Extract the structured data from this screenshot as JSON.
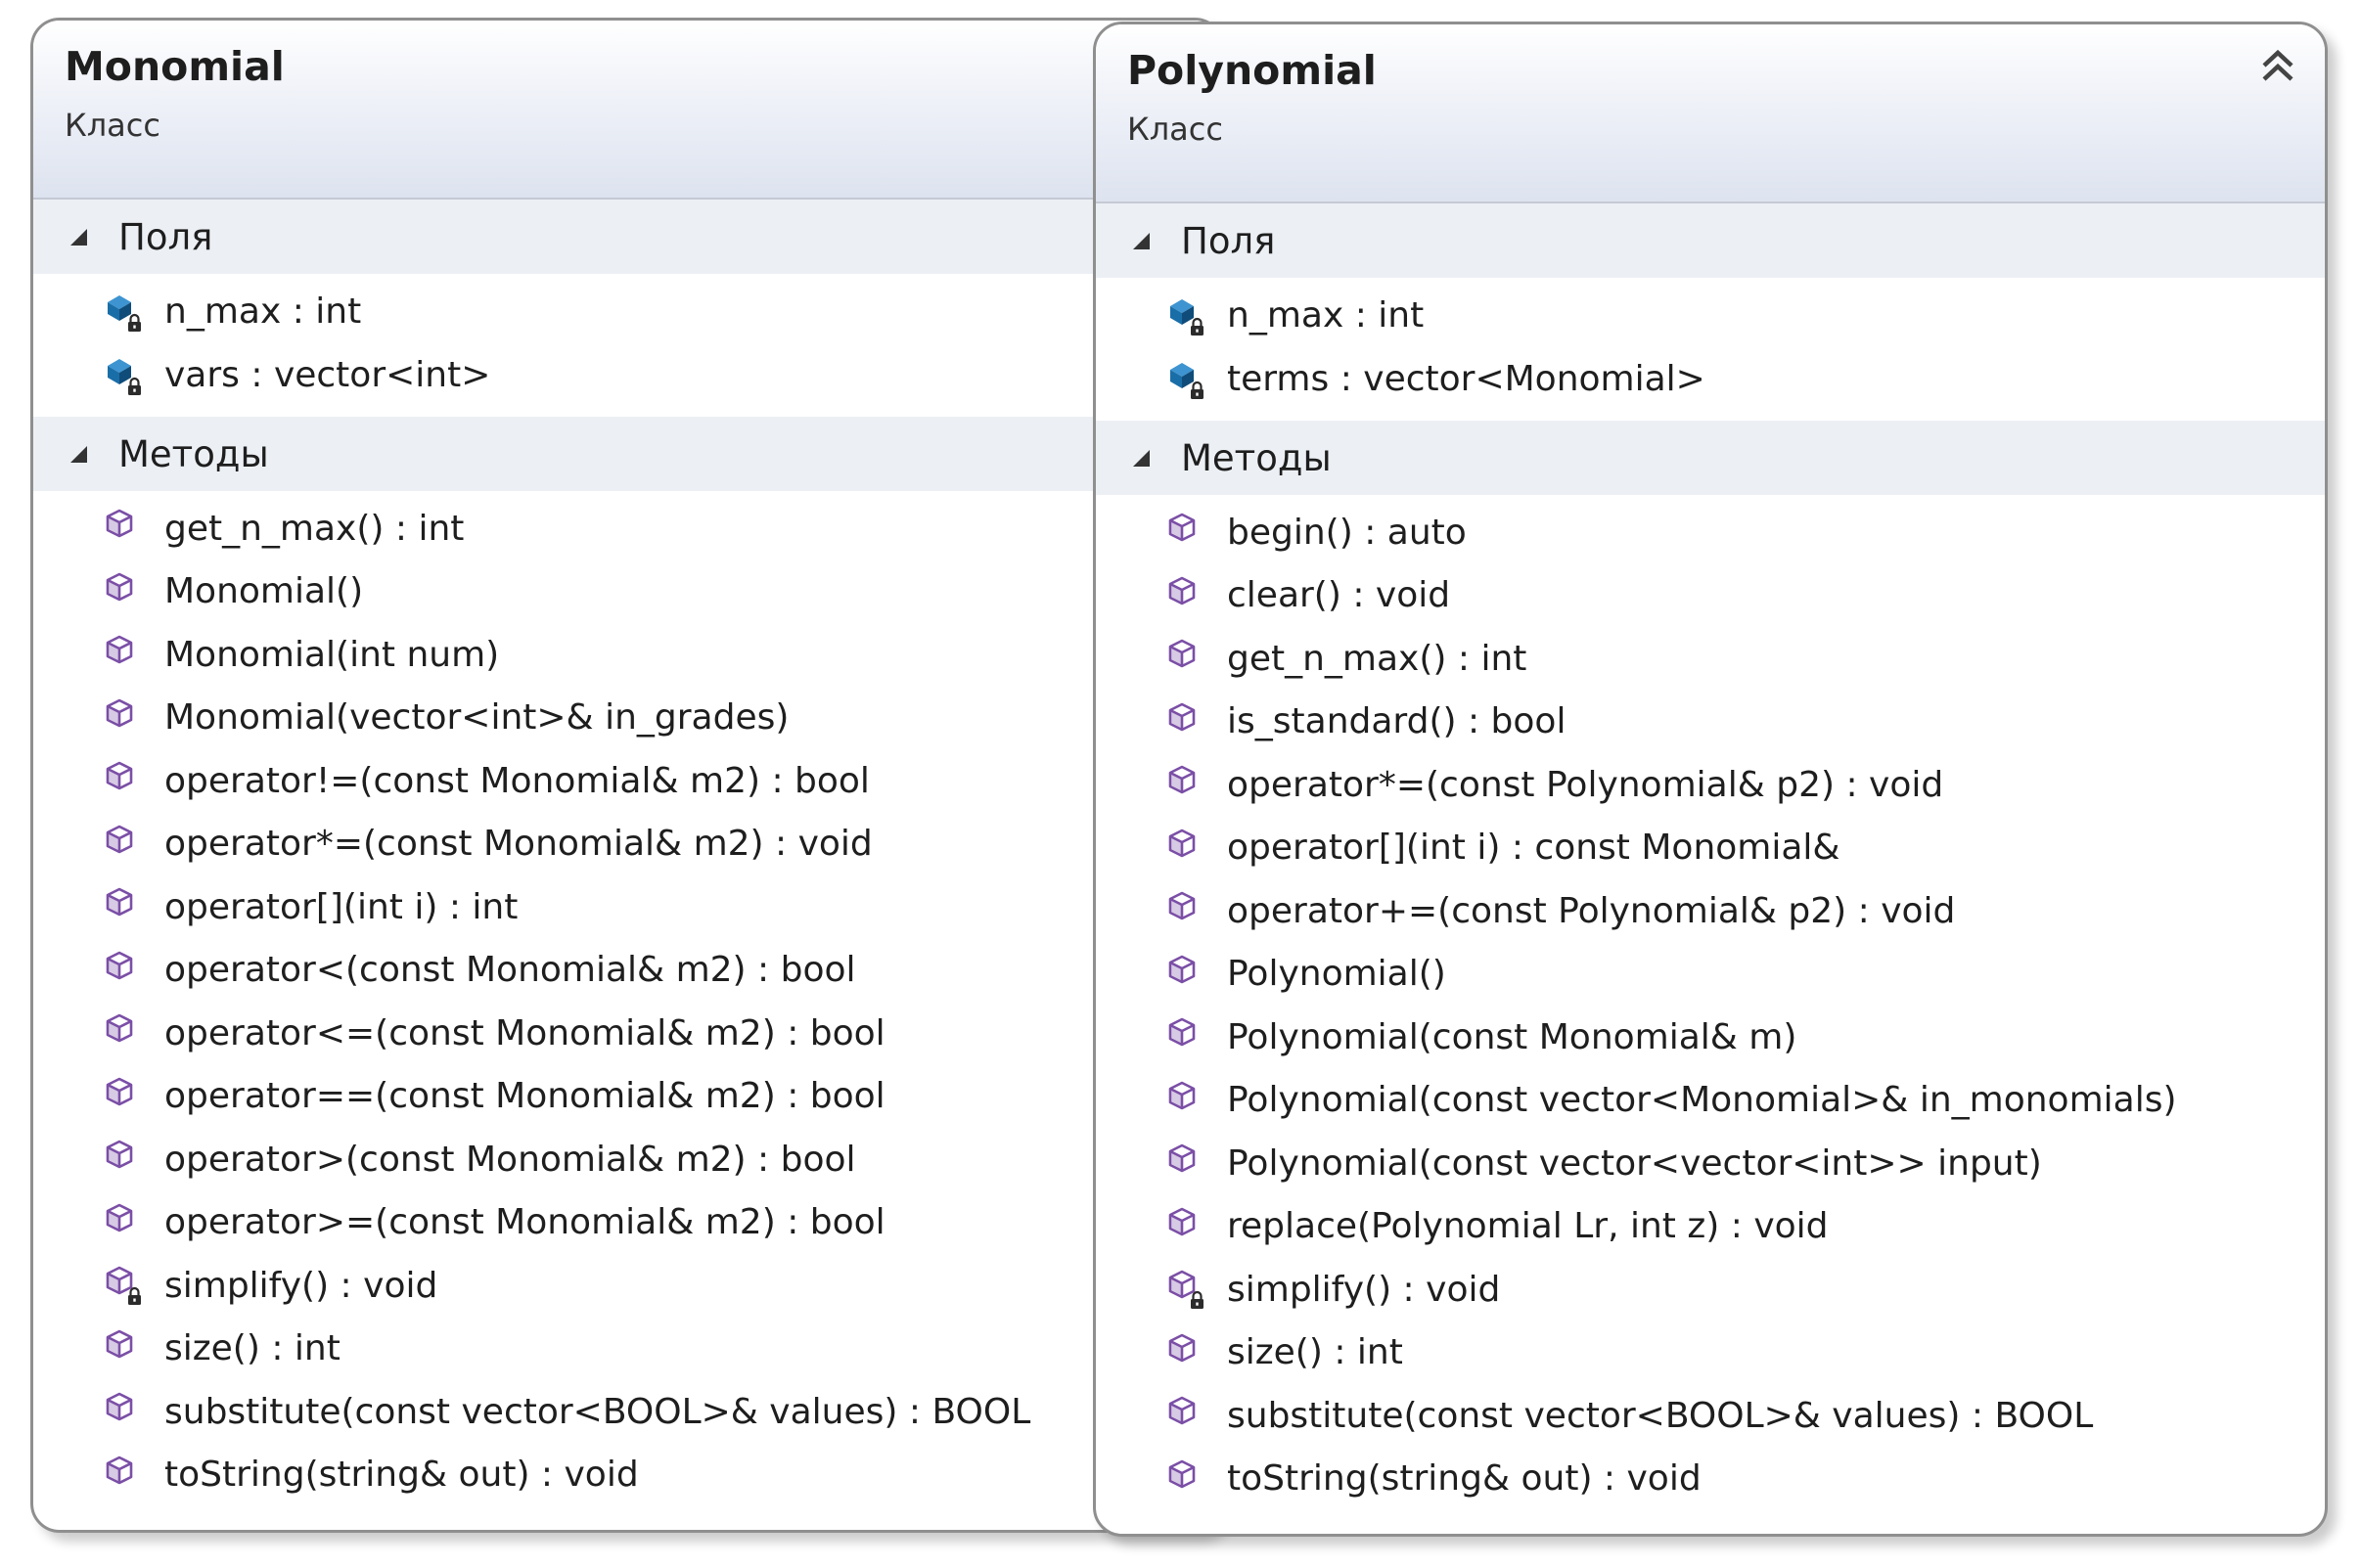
{
  "colors": {
    "field_icon": "#1a6ea8",
    "method_icon": "#7b4fa6",
    "section_bg": "#ecf0f5",
    "border": "#8f8f8f"
  },
  "classes": [
    {
      "name": "Monomial",
      "kind": "Класс",
      "fields_title": "Поля",
      "fields": [
        {
          "text": "n_max : int",
          "icon": "private-field-icon"
        },
        {
          "text": "vars : vector<int>",
          "icon": "private-field-icon"
        }
      ],
      "methods_title": "Методы",
      "methods": [
        {
          "text": "get_n_max() : int",
          "icon": "method-icon"
        },
        {
          "text": "Monomial()",
          "icon": "method-icon"
        },
        {
          "text": "Monomial(int num)",
          "icon": "method-icon"
        },
        {
          "text": "Monomial(vector<int>& in_grades)",
          "icon": "method-icon"
        },
        {
          "text": "operator!=(const Monomial& m2) : bool",
          "icon": "method-icon"
        },
        {
          "text": "operator*=(const Monomial& m2) : void",
          "icon": "method-icon"
        },
        {
          "text": "operator[](int i) : int",
          "icon": "method-icon"
        },
        {
          "text": "operator<(const Monomial& m2) : bool",
          "icon": "method-icon"
        },
        {
          "text": "operator<=(const Monomial& m2) : bool",
          "icon": "method-icon"
        },
        {
          "text": "operator==(const Monomial& m2) : bool",
          "icon": "method-icon"
        },
        {
          "text": "operator>(const Monomial& m2) : bool",
          "icon": "method-icon"
        },
        {
          "text": "operator>=(const Monomial& m2) : bool",
          "icon": "method-icon"
        },
        {
          "text": "simplify() : void",
          "icon": "private-method-icon"
        },
        {
          "text": "size() : int",
          "icon": "method-icon"
        },
        {
          "text": "substitute(const vector<BOOL>& values) : BOOL",
          "icon": "method-icon"
        },
        {
          "text": "toString(string& out) : void",
          "icon": "method-icon"
        }
      ]
    },
    {
      "name": "Polynomial",
      "kind": "Класс",
      "fields_title": "Поля",
      "fields": [
        {
          "text": "n_max : int",
          "icon": "private-field-icon"
        },
        {
          "text": "terms : vector<Monomial>",
          "icon": "private-field-icon"
        }
      ],
      "methods_title": "Методы",
      "methods": [
        {
          "text": "begin() : auto",
          "icon": "method-icon"
        },
        {
          "text": "clear() : void",
          "icon": "method-icon"
        },
        {
          "text": "get_n_max() : int",
          "icon": "method-icon"
        },
        {
          "text": "is_standard() : bool",
          "icon": "method-icon"
        },
        {
          "text": "operator*=(const Polynomial& p2) : void",
          "icon": "method-icon"
        },
        {
          "text": "operator[](int i) : const Monomial&",
          "icon": "method-icon"
        },
        {
          "text": "operator+=(const Polynomial& p2) : void",
          "icon": "method-icon"
        },
        {
          "text": "Polynomial()",
          "icon": "method-icon"
        },
        {
          "text": "Polynomial(const Monomial& m)",
          "icon": "method-icon"
        },
        {
          "text": "Polynomial(const vector<Monomial>& in_monomials)",
          "icon": "method-icon"
        },
        {
          "text": "Polynomial(const vector<vector<int>> input)",
          "icon": "method-icon"
        },
        {
          "text": "replace(Polynomial Lr, int z) : void",
          "icon": "method-icon"
        },
        {
          "text": "simplify() : void",
          "icon": "private-method-icon"
        },
        {
          "text": "size() : int",
          "icon": "method-icon"
        },
        {
          "text": "substitute(const vector<BOOL>& values) : BOOL",
          "icon": "method-icon"
        },
        {
          "text": "toString(string& out) : void",
          "icon": "method-icon"
        }
      ]
    }
  ]
}
